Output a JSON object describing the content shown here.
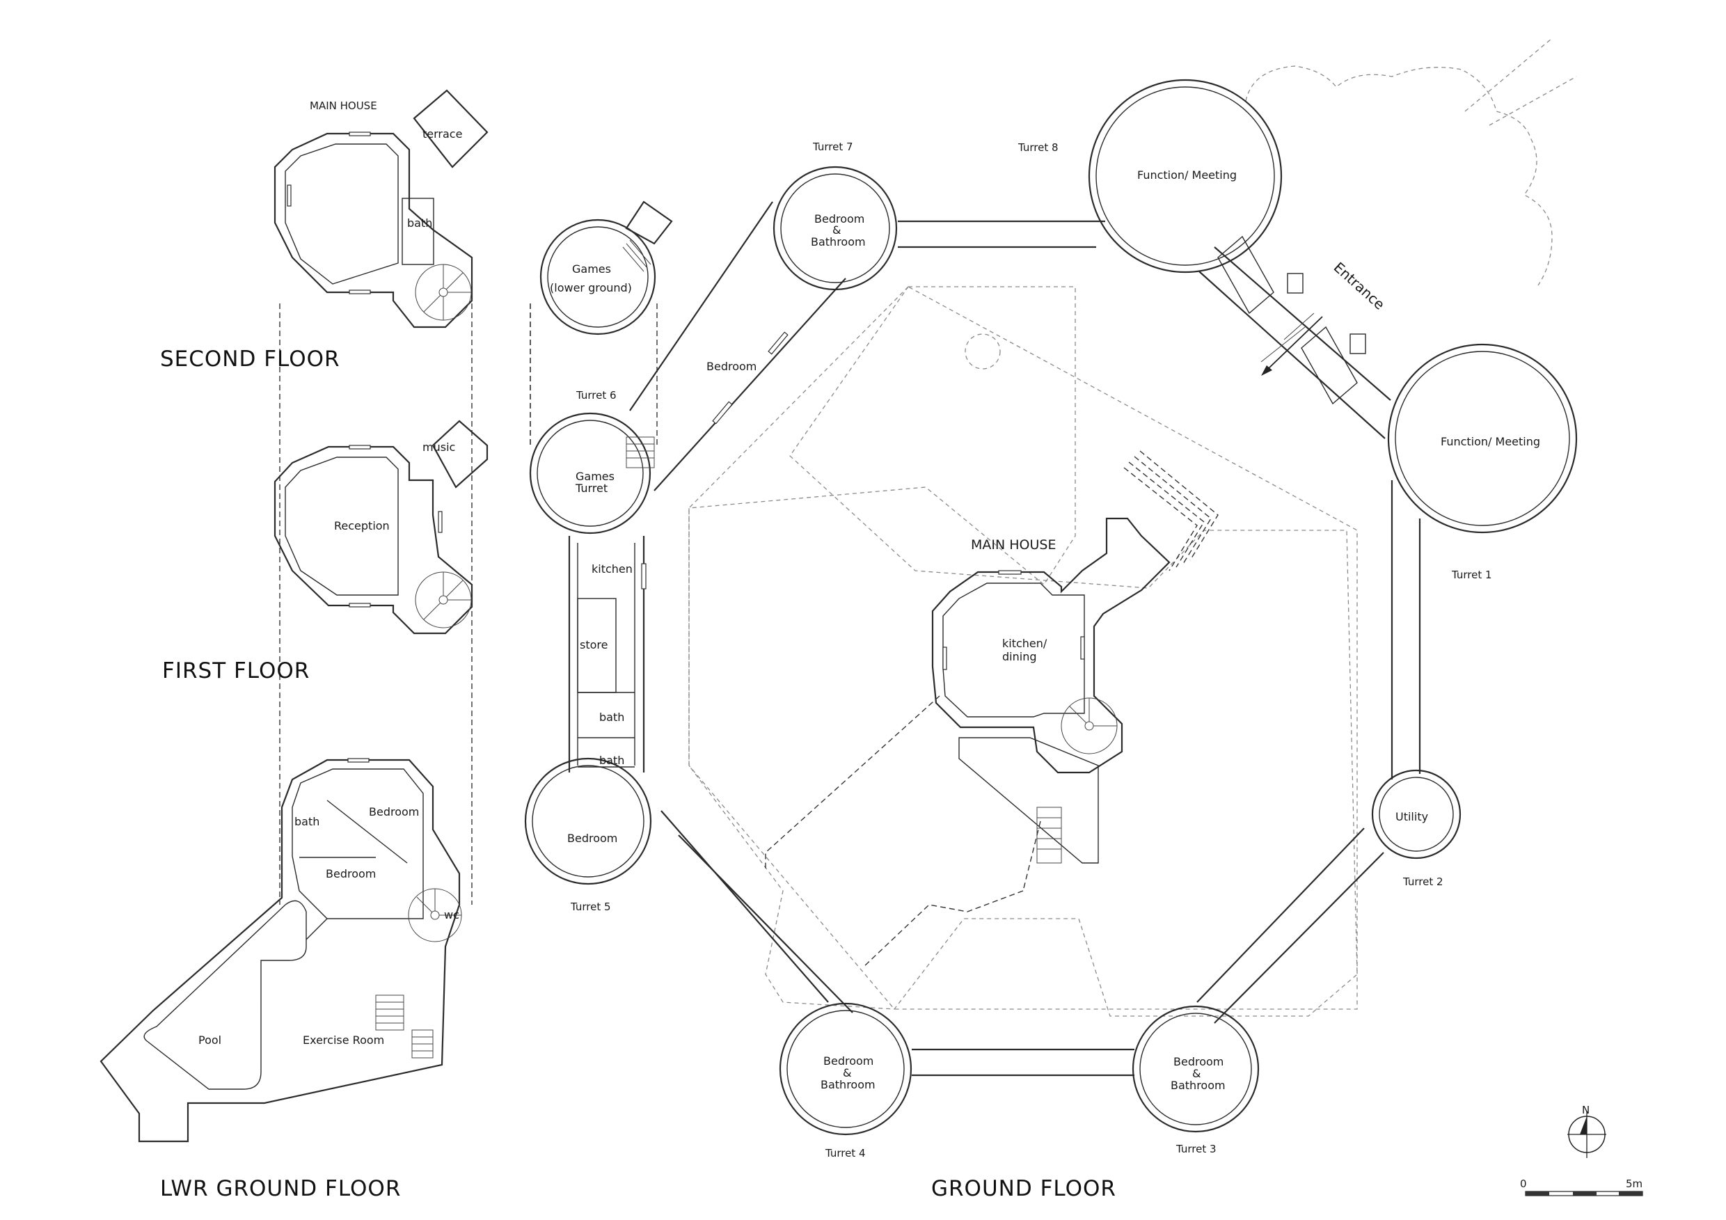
{
  "titles": {
    "second_floor": "SECOND FLOOR",
    "first_floor": "FIRST FLOOR",
    "lwr_ground_floor": "LWR GROUND FLOOR",
    "ground_floor": "GROUND FLOOR"
  },
  "second_floor": {
    "main_house": "MAIN HOUSE",
    "terrace": "terrace",
    "bath": "bath"
  },
  "first_floor": {
    "music": "music",
    "reception": "Reception"
  },
  "lower_ground": {
    "bath": "bath",
    "bedroom_1": "Bedroom",
    "bedroom_2": "Bedroom",
    "wc": "wc",
    "pool": "Pool",
    "exercise_room": "Exercise Room"
  },
  "games_lower": {
    "line1": "Games",
    "line2": "(lower ground)"
  },
  "turrets": {
    "t1": "Turret 1",
    "t2": "Turret 2",
    "t3": "Turret 3",
    "t4": "Turret 4",
    "t5": "Turret 5",
    "t6": "Turret 6",
    "t7": "Turret 7",
    "t8": "Turret 8"
  },
  "ground_rooms": {
    "bed_bath_a": "Bedroom",
    "bed_bath_amp": "&",
    "bed_bath_b": "Bathroom",
    "bedroom_wing": "Bedroom",
    "games_turret_1": "Games",
    "games_turret_2": "Turret",
    "kitchen": "kitchen",
    "store": "store",
    "bath_1": "bath",
    "bath_2": "bath",
    "bedroom_t5": "Bedroom",
    "function_meeting_1": "Function/ Meeting",
    "function_meeting_2": "Function/ Meeting",
    "utility": "Utility",
    "entrance": "Entrance",
    "main_house": "MAIN HOUSE",
    "kitchen_dining_1": "kitchen/",
    "kitchen_dining_2": "dining"
  },
  "scale_bar": {
    "start": "0",
    "end": "5m"
  },
  "north_label": "N"
}
